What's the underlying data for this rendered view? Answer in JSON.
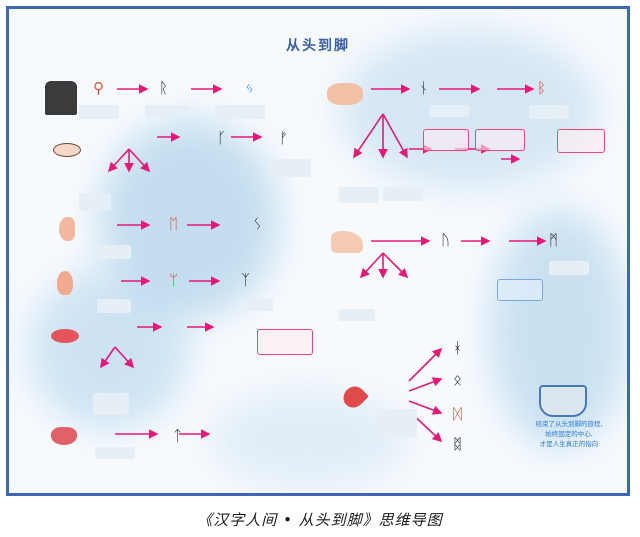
{
  "map": {
    "title": "从头到脚",
    "caption": "《汉字人间 • 从头到脚》思维导图",
    "closing_lines": [
      "结束了从头到脚的旅程,",
      "始终固定的中心,",
      "才是人生真正的指向"
    ]
  },
  "colors": {
    "frame": "#3f66b8",
    "arrow": "#e6197a",
    "title": "#3a5fa8"
  },
  "icons": [
    "scholar-portrait",
    "eye",
    "ear",
    "nose",
    "lips",
    "tongue",
    "hands",
    "foot",
    "heart",
    "teapot-lotus"
  ]
}
